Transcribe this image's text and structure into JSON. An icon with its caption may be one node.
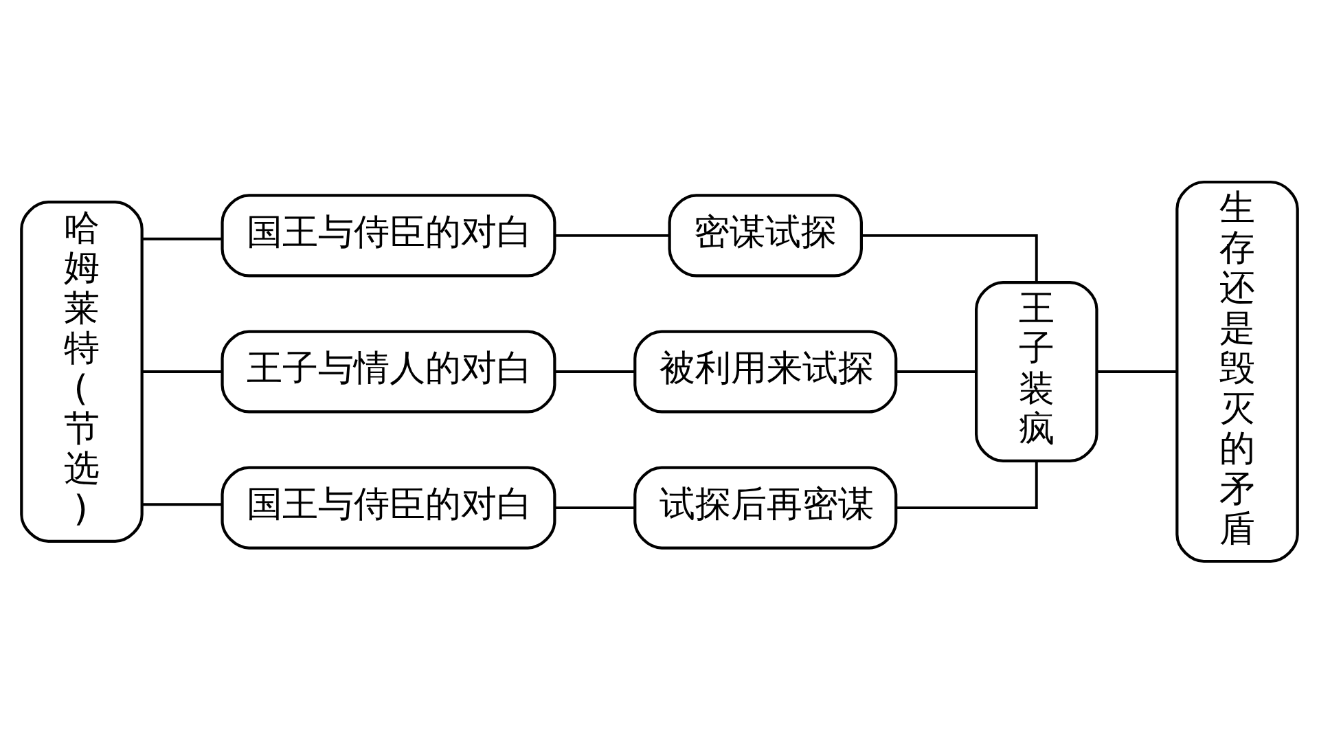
{
  "diagram": {
    "nodes": [
      {
        "text": [
          "哈姆莱特(节选)"
        ]
      },
      {
        "text": [
          "国王与侍臣的对白"
        ]
      },
      {
        "text": [
          "王子与情人的对白"
        ]
      },
      {
        "text": [
          "国王与侍臣的对白"
        ]
      },
      {
        "text": [
          "密谋试探"
        ]
      },
      {
        "text": [
          "被利用来试探"
        ]
      },
      {
        "text": [
          "试探后再密谋"
        ]
      },
      {
        "text": [
          "王子装疯"
        ]
      },
      {
        "text": [
          "生存还是毁灭的矛盾"
        ]
      }
    ],
    "edges": [
      {
        "from": 0,
        "to": 1,
        "arrow": "none"
      },
      {
        "from": 0,
        "to": 2,
        "arrow": "none"
      },
      {
        "from": 0,
        "to": 3,
        "arrow": "none"
      },
      {
        "from": 1,
        "to": 4,
        "arrow": "none"
      },
      {
        "from": 2,
        "to": 5,
        "arrow": "none"
      },
      {
        "from": 3,
        "to": 6,
        "arrow": "none"
      },
      {
        "from": 4,
        "to": 7,
        "arrow": "none"
      },
      {
        "from": 5,
        "to": 7,
        "arrow": "none"
      },
      {
        "from": 6,
        "to": 7,
        "arrow": "none"
      },
      {
        "from": 7,
        "to": 8,
        "arrow": "none"
      }
    ]
  }
}
